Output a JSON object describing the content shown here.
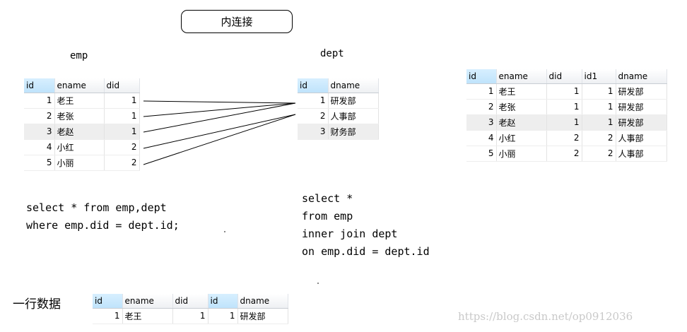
{
  "title": "内连接",
  "labels": {
    "emp": "emp",
    "dept": "dept"
  },
  "emp_table": {
    "headers": [
      "id",
      "ename",
      "did"
    ],
    "rows": [
      [
        "1",
        "老王",
        "1"
      ],
      [
        "2",
        "老张",
        "1"
      ],
      [
        "3",
        "老赵",
        "1"
      ],
      [
        "4",
        "小红",
        "2"
      ],
      [
        "5",
        "小丽",
        "2"
      ]
    ]
  },
  "dept_table": {
    "headers": [
      "id",
      "dname"
    ],
    "rows": [
      [
        "1",
        "研发部"
      ],
      [
        "2",
        "人事部"
      ],
      [
        "3",
        "财务部"
      ]
    ]
  },
  "result_table": {
    "headers": [
      "id",
      "ename",
      "did",
      "id1",
      "dname"
    ],
    "rows": [
      [
        "1",
        "老王",
        "1",
        "1",
        "研发部"
      ],
      [
        "2",
        "老张",
        "1",
        "1",
        "研发部"
      ],
      [
        "3",
        "老赵",
        "1",
        "1",
        "研发部"
      ],
      [
        "4",
        "小红",
        "2",
        "2",
        "人事部"
      ],
      [
        "5",
        "小丽",
        "2",
        "2",
        "人事部"
      ]
    ]
  },
  "sql_implicit": "select * from emp,dept\nwhere emp.did = dept.id;",
  "sql_inner": "select *\nfrom emp\ninner join dept\non emp.did = dept.id",
  "row_label": "一行数据",
  "row_table": {
    "headers": [
      "id",
      "ename",
      "did",
      "id",
      "dname"
    ],
    "row": [
      "1",
      "老王",
      "1",
      "1",
      "研发部"
    ]
  },
  "watermark": "https://blog.csdn.net/op0912036"
}
